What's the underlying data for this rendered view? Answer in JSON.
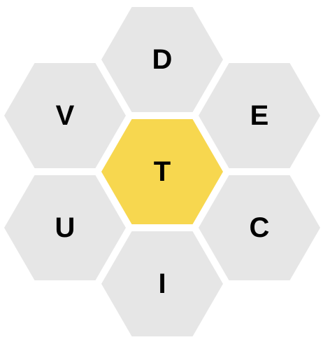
{
  "colors": {
    "center_fill": "#f7d74f",
    "outer_fill": "#e6e6e6",
    "letter": "#000000"
  },
  "hive": {
    "center": "T",
    "top": "D",
    "upper_left": "V",
    "upper_right": "E",
    "lower_left": "U",
    "lower_right": "C",
    "bottom": "I"
  }
}
